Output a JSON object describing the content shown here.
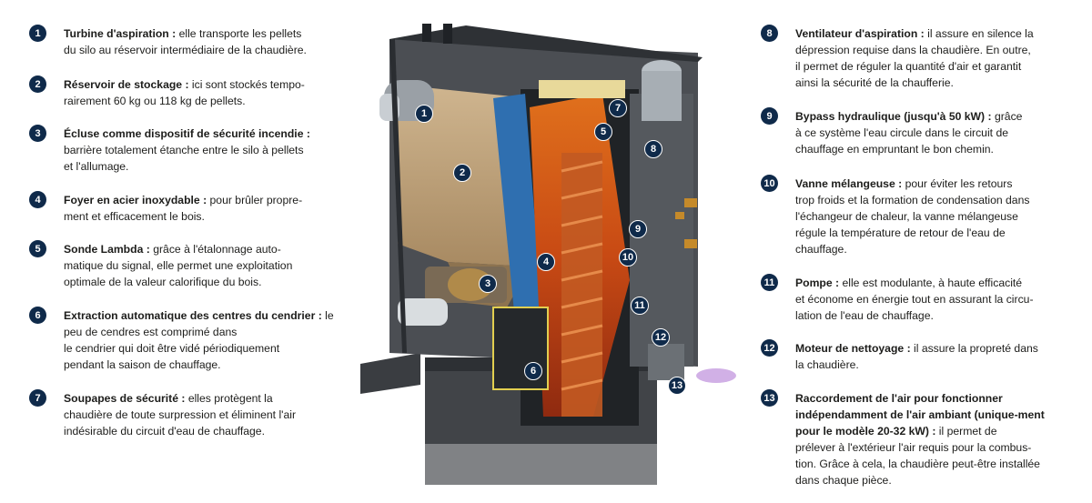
{
  "left_items": [
    {
      "num": "1",
      "title": "Turbine d'aspiration :",
      "lines": [
        " elle transporte les pellets",
        "du silo au réservoir intermédiaire de la chaudière."
      ]
    },
    {
      "num": "2",
      "title": "Réservoir de stockage :",
      "lines": [
        " ici sont stockés tempo-",
        "rairement 60 kg ou 118 kg de pellets."
      ]
    },
    {
      "num": "3",
      "title": "Écluse comme dispositif de sécurité incendie :",
      "lines": [
        "",
        "barrière totalement étanche entre le silo à pellets",
        "et l'allumage."
      ]
    },
    {
      "num": "4",
      "title": "Foyer en acier inoxydable :",
      "lines": [
        " pour brûler propre-",
        "ment et efficacement le bois."
      ]
    },
    {
      "num": "5",
      "title": "Sonde Lambda :",
      "lines": [
        " grâce à l'étalonnage auto-",
        "matique du signal, elle permet une exploitation",
        "optimale de la valeur calorifique du bois."
      ]
    },
    {
      "num": "6",
      "title": "Extraction automatique des centres du cendrier :",
      "lines": [
        " le peu de cendres est comprimé dans",
        "le cendrier qui doit être vidé périodiquement",
        "pendant la saison de chauffage."
      ]
    },
    {
      "num": "7",
      "title": "Soupapes de sécurité :",
      "lines": [
        " elles protègent la",
        "chaudière de toute surpression et éliminent l'air",
        "indésirable du circuit d'eau de chauffage."
      ]
    }
  ],
  "right_items": [
    {
      "num": "8",
      "title": "Ventilateur d'aspiration :",
      "lines": [
        " il assure en silence la",
        "dépression requise dans la chaudière. En outre,",
        "il permet de réguler la quantité d'air et garantit",
        "ainsi la sécurité de la chaufferie."
      ]
    },
    {
      "num": "9",
      "title": "Bypass hydraulique (jusqu'à 50 kW) :",
      "lines": [
        " grâce",
        "à ce système l'eau circule dans le circuit de",
        "chauffage en empruntant le bon chemin."
      ]
    },
    {
      "num": "10",
      "title": "Vanne mélangeuse :",
      "lines": [
        " pour éviter les retours",
        "trop froids et la formation de condensation dans",
        "l'échangeur de chaleur, la vanne mélangeuse",
        "régule la température de retour de l'eau de",
        "chauffage."
      ]
    },
    {
      "num": "11",
      "title": "Pompe :",
      "lines": [
        " elle est modulante, à haute efficacité",
        "et économe en énergie tout en assurant la circu-",
        "lation de l'eau de chauffage."
      ]
    },
    {
      "num": "12",
      "title": "Moteur de nettoyage :",
      "lines": [
        " il assure la propreté dans",
        "la chaudière."
      ]
    },
    {
      "num": "13",
      "title": "Raccordement de l'air pour fonctionner indépendamment de l'air ambiant (unique-ment pour le modèle 20-32 kW) :",
      "lines": [
        " il permet de",
        "prélever à l'extérieur l'air requis pour la combus-",
        "tion. Grâce à cela, la chaudière peut-être installée",
        "dans chaque pièce."
      ]
    }
  ],
  "markers": [
    "1",
    "2",
    "3",
    "4",
    "5",
    "6",
    "7",
    "8",
    "9",
    "10",
    "11",
    "12",
    "13"
  ]
}
